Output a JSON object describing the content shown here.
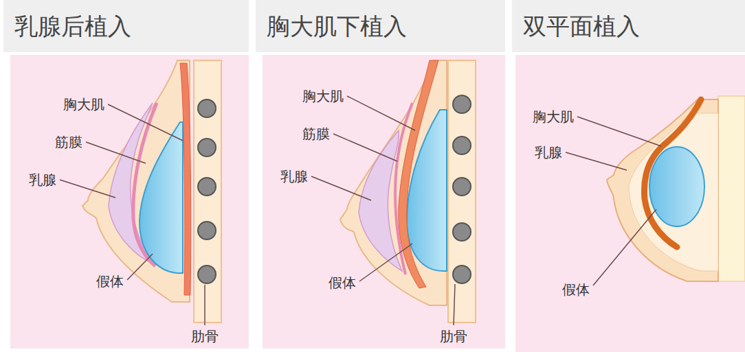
{
  "diagram": {
    "nodes": [
      {
        "text": [
          "乳腺后植入"
        ]
      },
      {
        "text": [
          "胸大肌下植入"
        ]
      },
      {
        "text": [
          "双平面植入"
        ]
      }
    ],
    "labels": [
      "胸大肌",
      "筋膜",
      "乳腺",
      "假体",
      "肋骨",
      "胸大肌",
      "筋膜",
      "乳腺",
      "假体",
      "肋骨",
      "胸大肌",
      "乳腺",
      "假体"
    ]
  }
}
